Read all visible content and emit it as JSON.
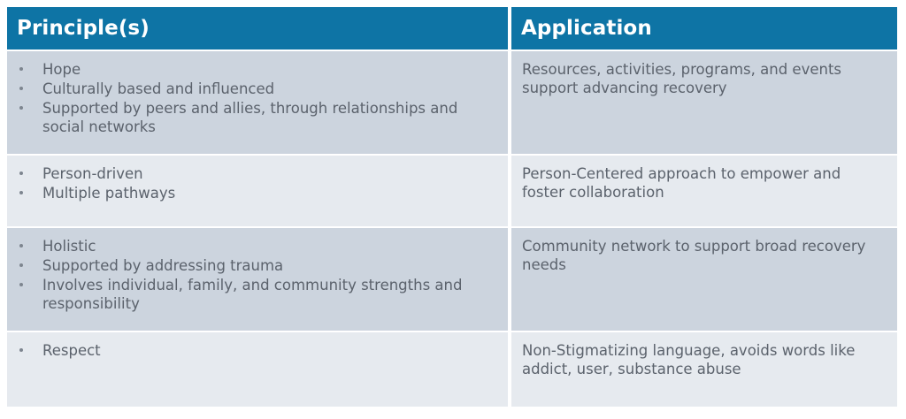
{
  "table": {
    "columns": [
      {
        "key": "principles",
        "label": "Principle(s)"
      },
      {
        "key": "application",
        "label": "Application"
      }
    ],
    "header_bg": "#0e74a5",
    "header_text_color": "#ffffff",
    "band_dark": "#ccd4de",
    "band_light": "#e6eaef",
    "body_text_color": "#5b626c",
    "rows": [
      {
        "band": "dark",
        "principles": [
          "Hope",
          "Culturally based and influenced",
          "Supported by peers and allies, through relationships and social networks"
        ],
        "application": "Resources, activities, programs, and events support advancing recovery"
      },
      {
        "band": "light",
        "principles": [
          "Person-driven",
          "Multiple pathways"
        ],
        "application": "Person-Centered approach to empower and foster collaboration"
      },
      {
        "band": "dark",
        "principles": [
          "Holistic",
          "Supported by addressing trauma",
          "Involves individual, family, and community strengths and responsibility"
        ],
        "application": "Community network to support broad recovery needs"
      },
      {
        "band": "light",
        "principles": [
          "Respect"
        ],
        "application": "Non-Stigmatizing language, avoids words like addict, user, substance abuse"
      }
    ]
  }
}
